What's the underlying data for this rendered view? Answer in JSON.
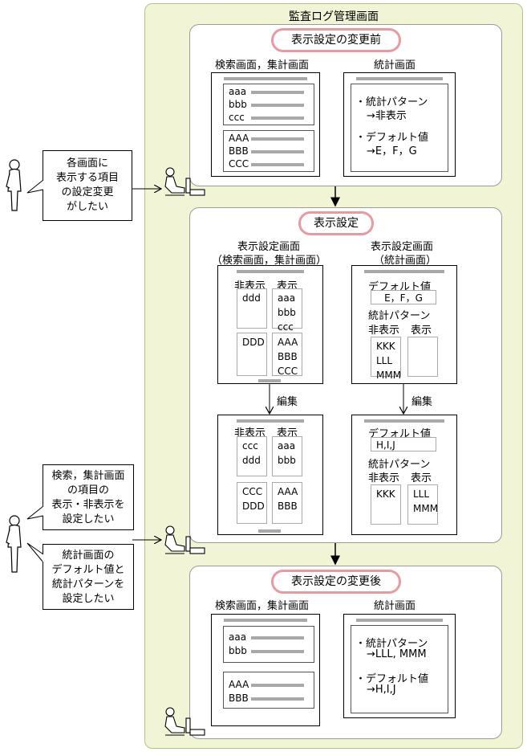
{
  "title": "監査ログ管理画面",
  "before": {
    "pill": "表示設定の変更前",
    "left_title": "検索画面，集計画面",
    "right_title": "統計画面",
    "lower_items": [
      "aaa",
      "bbb",
      "ccc"
    ],
    "upper_items": [
      "AAA",
      "BBB",
      "CCC"
    ],
    "stats_lines": [
      "・統計パターン",
      "→非表示",
      "・デフォルト値",
      "→E，F，G"
    ]
  },
  "settings": {
    "pill": "表示設定",
    "left_title_1": "表示設定画面",
    "left_title_2": "（検索画面，集計画面）",
    "right_title_1": "表示設定画面",
    "right_title_2": "（統計画面）",
    "edit_label": "編集",
    "hidden_label": "非表示",
    "shown_label": "表示",
    "default_label": "デフォルト値",
    "pattern_label": "統計パターン",
    "top_left": {
      "hidden_1": "ddd",
      "shown_1": "aaa\nbbb\nccc",
      "hidden_2": "DDD",
      "shown_2": "AAA\nBBB\nCCC"
    },
    "top_right": {
      "default_value": "E，F，G",
      "hidden": "KKK\nLLL\nMMM",
      "shown": ""
    },
    "bottom_left": {
      "hidden_1": "ccc\nddd",
      "shown_1": "aaa\nbbb",
      "hidden_2": "CCC\nDDD",
      "shown_2": "AAA\nBBB"
    },
    "bottom_right": {
      "default_value": "H,I,J",
      "hidden": "KKK",
      "shown": "LLL\nMMM"
    }
  },
  "after": {
    "pill": "表示設定の変更後",
    "left_title": "検索画面，集計画面",
    "right_title": "統計画面",
    "lower_items": [
      "aaa",
      "bbb"
    ],
    "upper_items": [
      "AAA",
      "BBB"
    ],
    "stats_lines": [
      "・統計パターン",
      "→LLL, MMM",
      "・デフォルト値",
      "→H,I,J"
    ]
  },
  "bubbles": {
    "top": [
      "各画面に",
      "表示する項目",
      "の設定変更",
      "がしたい"
    ],
    "mid": [
      "検索，集計画面",
      "の項目の",
      "表示・非表示を",
      "設定したい"
    ],
    "low": [
      "統計画面の",
      "デフォルト値と",
      "統計パターンを",
      "設定したい"
    ]
  }
}
